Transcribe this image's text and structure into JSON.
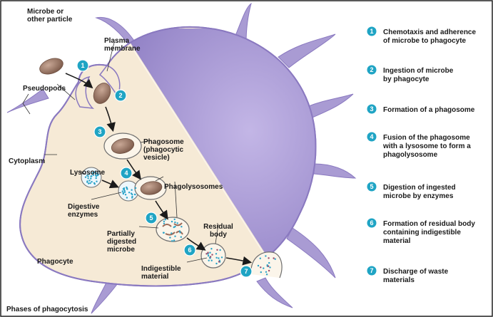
{
  "colors": {
    "cell_cream": "#f6ead6",
    "cell_purple": "#a99bd3",
    "cell_purple_dark": "#8a79c0",
    "microbe": "#9b7b6a",
    "microbe_dark": "#6e4f40",
    "badge": "#1fa4c4",
    "enzyme_dot": "#2aa3c8",
    "arrow": "#1a1a1a",
    "frame_border": "#222222"
  },
  "labels": {
    "microbe": [
      "Microbe or",
      "other particle"
    ],
    "plasma_membrane": [
      "Plasma",
      "membrane"
    ],
    "pseudopods": [
      "Pseudopods"
    ],
    "cytoplasm": [
      "Cytoplasm"
    ],
    "phagosome": [
      "Phagosome",
      "(phagocytic",
      "vesicle)"
    ],
    "lysosome": [
      "Lysosome"
    ],
    "digestive_enzymes": [
      "Digestive",
      "enzymes"
    ],
    "phagolysosomes": [
      "Phagolysosomes"
    ],
    "partially_digested": [
      "Partially",
      "digested",
      "microbe"
    ],
    "residual_body": [
      "Residual",
      "body"
    ],
    "indigestible": [
      "Indigestible",
      "material"
    ],
    "phagocyte": [
      "Phagocyte"
    ]
  },
  "caption": "Phases of phagocytosis",
  "badges_in_diagram": [
    "1",
    "2",
    "3",
    "4",
    "5",
    "6",
    "7"
  ],
  "steps": [
    {
      "num": "1",
      "lines": [
        "Chemotaxis and adherence",
        "of microbe to phagocyte"
      ]
    },
    {
      "num": "2",
      "lines": [
        "Ingestion of microbe",
        "by phagocyte"
      ]
    },
    {
      "num": "3",
      "lines": [
        "Formation of a phagosome"
      ]
    },
    {
      "num": "4",
      "lines": [
        "Fusion of the phagosome",
        "with a lysosome to form a",
        "phagolysosome"
      ]
    },
    {
      "num": "5",
      "lines": [
        "Digestion of ingested",
        "microbe by enzymes"
      ]
    },
    {
      "num": "6",
      "lines": [
        "Formation of residual body",
        "containing indigestible",
        "material"
      ]
    },
    {
      "num": "7",
      "lines": [
        "Discharge of waste",
        "materials"
      ]
    }
  ]
}
